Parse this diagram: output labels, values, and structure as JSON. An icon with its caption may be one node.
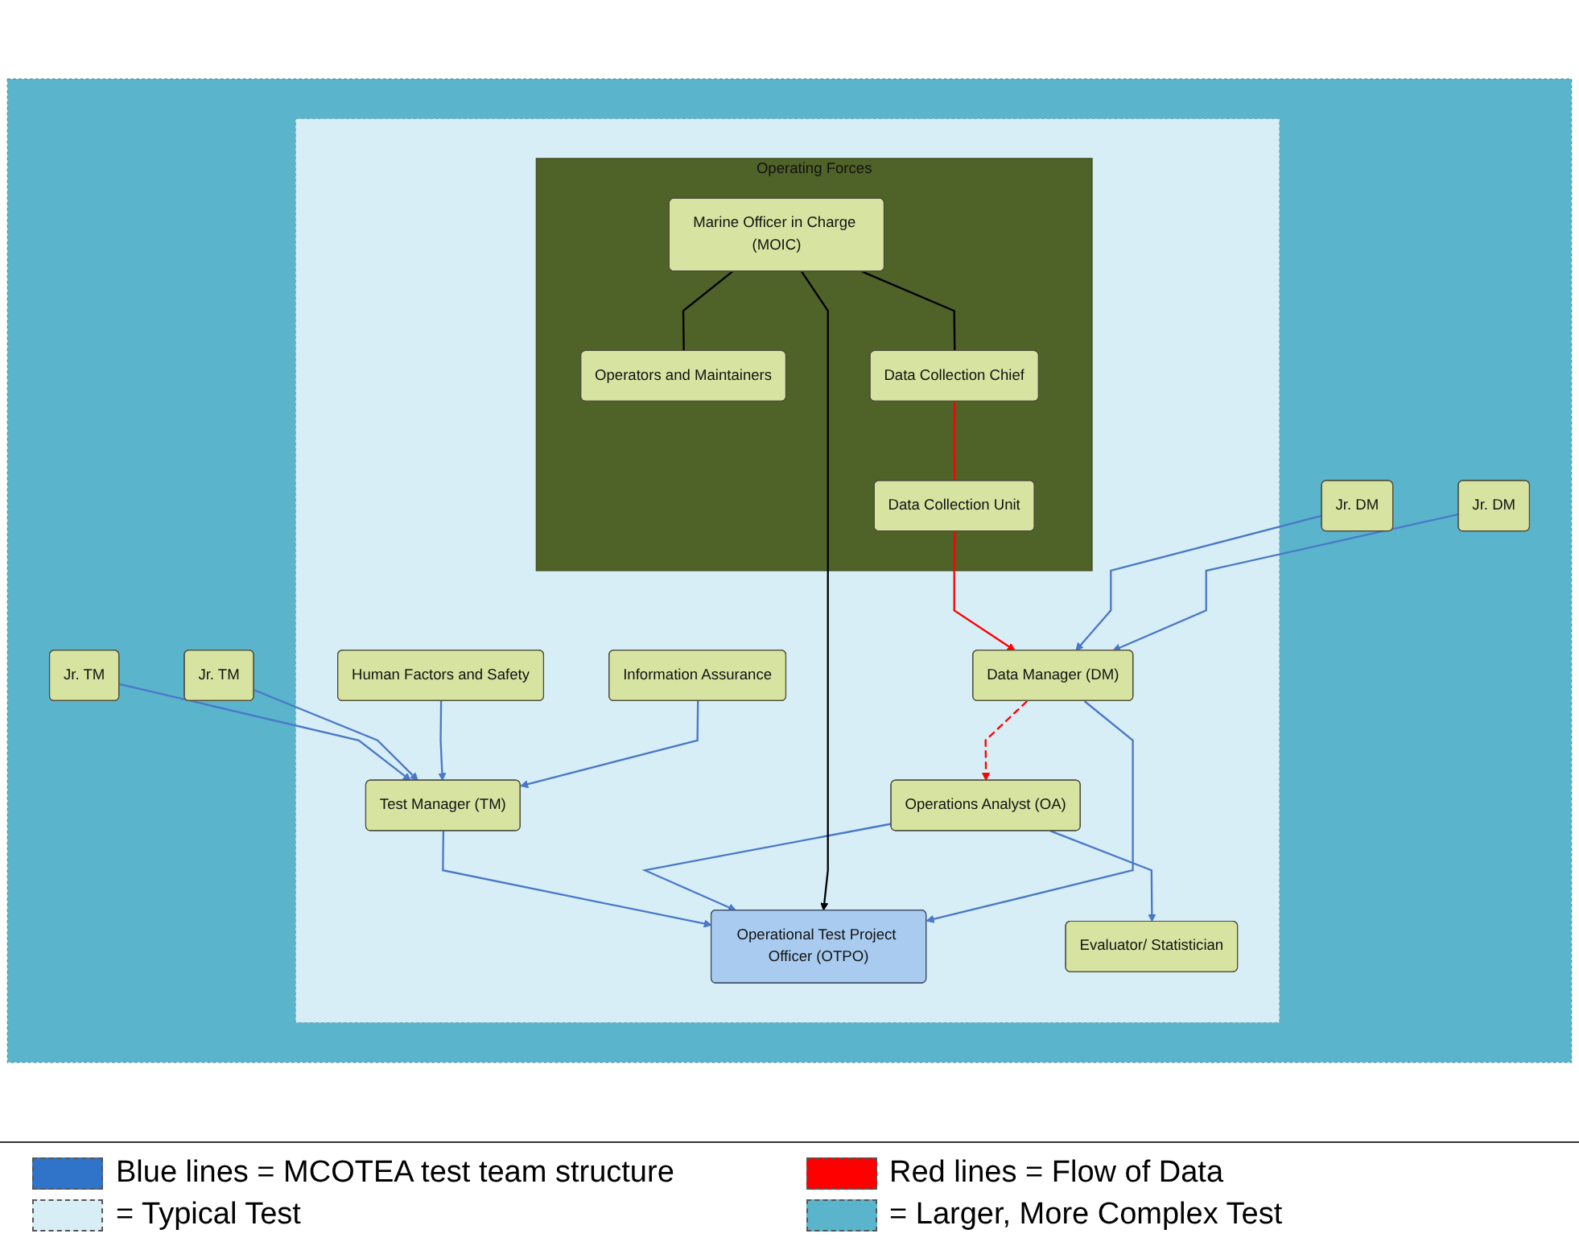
{
  "diagram": {
    "nodes": [
      {
        "text": [],
        "shape": "box"
      },
      {
        "text": [],
        "shape": "box",
        "in": 0
      },
      {
        "text": [
          "Jr. TM"
        ],
        "in": 0
      },
      {
        "text": [
          "Jr. TM"
        ],
        "in": 0
      },
      {
        "text": [
          "Human Factors and Safety"
        ],
        "in": 1
      },
      {
        "text": [
          "Test Manager (TM)"
        ],
        "in": 1
      },
      {
        "text": [
          "Operations Analyst (OA)"
        ],
        "in": 1
      },
      {
        "text": [
          "Evaluator/ Statistician"
        ],
        "in": 1
      },
      {
        "text": [
          "Information Assurance"
        ],
        "in": 1
      },
      {
        "text": [
          "Operational Test Project Officer (OTPO)"
        ],
        "in": 1
      },
      {
        "text": [
          "Operating Forces"
        ],
        "in": 1
      },
      {
        "text": [
          "Marine Officer in Charge (MOIC)"
        ],
        "in": 10
      },
      {
        "text": [
          "Operators and Maintainers"
        ],
        "in": 10
      },
      {
        "text": [
          "Data Collection Chief"
        ],
        "in": 10
      },
      {
        "text": [
          "Data Collection Unit"
        ],
        "in": 10
      },
      {
        "text": [
          "Data Manager (DM)"
        ],
        "in": 1
      },
      {
        "text": [
          "Jr. DM"
        ],
        "in": 0
      },
      {
        "text": [
          "Jr. DM"
        ],
        "in": 0
      }
    ],
    "edges": [
      {
        "from": 2,
        "to": 5,
        "arrow": "to"
      },
      {
        "from": 3,
        "to": 5,
        "arrow": "to"
      },
      {
        "from": 4,
        "to": 5,
        "arrow": "to"
      },
      {
        "from": 8,
        "to": 5,
        "arrow": "to"
      },
      {
        "from": 5,
        "to": 9,
        "arrow": "to"
      },
      {
        "from": 6,
        "to": 9,
        "arrow": "to"
      },
      {
        "from": 6,
        "to": 7,
        "arrow": "to"
      },
      {
        "from": 11,
        "to": 9,
        "arrow": "to",
        "color": "#000000"
      },
      {
        "from": 11,
        "to": 12,
        "arrow": "none",
        "color": "#000000"
      },
      {
        "from": 11,
        "to": 13,
        "arrow": "none",
        "color": "#000000"
      },
      {
        "from": 13,
        "to": 14,
        "arrow": "none",
        "color": "#ff0000"
      },
      {
        "from": 14,
        "to": 15,
        "arrow": "to",
        "color": "#ff0000"
      },
      {
        "from": 15,
        "to": 6,
        "arrow": "to",
        "style": "dashed",
        "color": "#ff0000"
      },
      {
        "from": 15,
        "to": 9,
        "arrow": "to"
      },
      {
        "from": 16,
        "to": 15,
        "arrow": "to"
      },
      {
        "from": 17,
        "to": 15,
        "arrow": "to"
      }
    ],
    "legend": [
      {
        "text": "Blue lines = MCOTEA test team structure",
        "color": "#2f74c9"
      },
      {
        "text": "Red lines = Flow of Data",
        "color": "#ff0000"
      },
      {
        "text": "= Typical Test",
        "color": "#d8eef6"
      },
      {
        "text": "= Larger, More Complex Test",
        "color": "#5ab4cc"
      }
    ]
  }
}
